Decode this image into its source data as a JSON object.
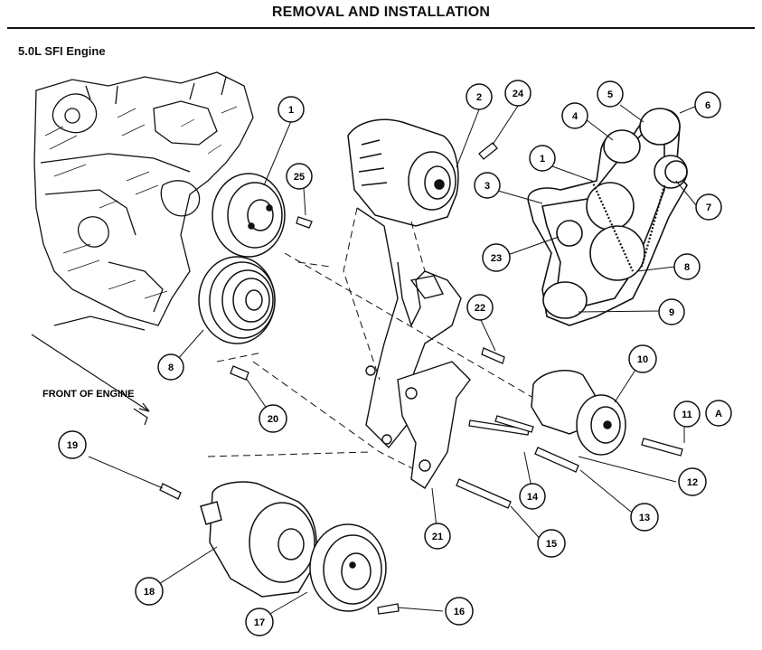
{
  "header": {
    "title": "REMOVAL AND INSTALLATION",
    "subtitle": "5.0L SFI Engine"
  },
  "labels": {
    "front_of_engine": "FRONT OF ENGINE",
    "view_letter": "A"
  },
  "callouts": [
    "1",
    "2",
    "24",
    "4",
    "5",
    "6",
    "25",
    "1",
    "3",
    "7",
    "23",
    "8",
    "9",
    "22",
    "10",
    "8",
    "20",
    "11",
    "19",
    "12",
    "14",
    "13",
    "21",
    "15",
    "18",
    "16",
    "17"
  ],
  "colors": {
    "ink": "#111111",
    "paper": "#ffffff"
  }
}
